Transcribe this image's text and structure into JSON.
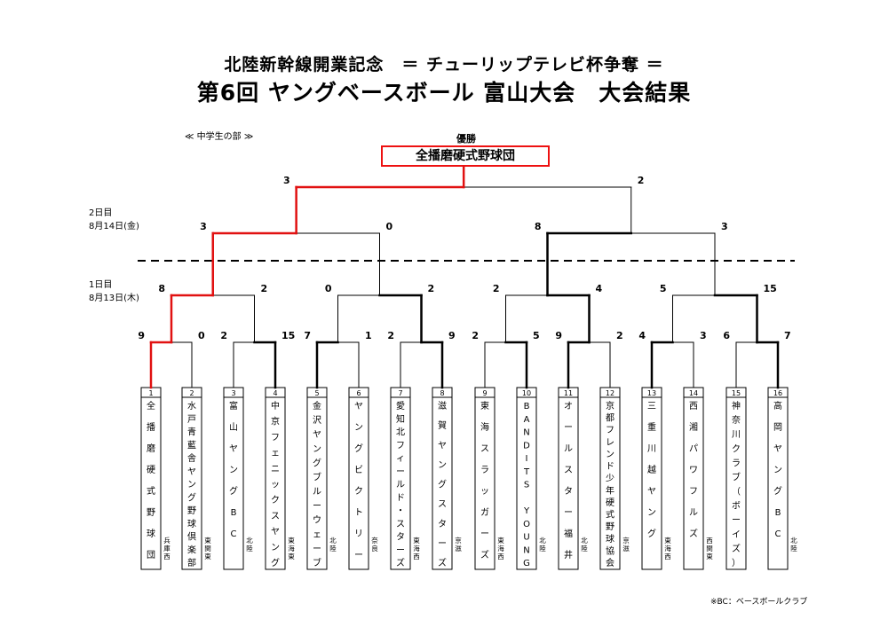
{
  "title": {
    "line1": "北陸新幹線開業記念　＝ チューリップテレビ杯争奪 ＝",
    "line2": "第6回 ヤングベースボール 富山大会　大会結果"
  },
  "section_label": "≪ 中学生の部 ≫",
  "winner": {
    "label": "優勝",
    "name": "全播磨硬式野球団"
  },
  "days": {
    "day2": {
      "label": "2日目",
      "date": "8月14日(金)"
    },
    "day1": {
      "label": "1日目",
      "date": "8月13日(木)"
    }
  },
  "teams": [
    {
      "no": "1",
      "name": "全播磨硬式野球団",
      "region": "兵庫西"
    },
    {
      "no": "2",
      "name": "水戸青藍舎ヤング野球倶楽部",
      "region": "東関東"
    },
    {
      "no": "3",
      "name": "富山ヤングBC",
      "region": "北陸"
    },
    {
      "no": "4",
      "name": "中京フェニックスヤング",
      "region": "東海東"
    },
    {
      "no": "5",
      "name": "金沢ヤングブルーウェーブ",
      "region": "北陸"
    },
    {
      "no": "6",
      "name": "ヤングビクトリー",
      "region": "奈良"
    },
    {
      "no": "7",
      "name": "愛知北フィールド・スターズ",
      "region": "東海西"
    },
    {
      "no": "8",
      "name": "滋賀ヤングスターズ",
      "region": "京滋"
    },
    {
      "no": "9",
      "name": "東海スラッガーズ",
      "region": "東海西"
    },
    {
      "no": "10",
      "name": "BANDITS YOUNG",
      "region": "北陸"
    },
    {
      "no": "11",
      "name": "オールスター福井",
      "region": "北陸"
    },
    {
      "no": "12",
      "name": "京都フレンド少年硬式野球協会",
      "region": "京滋"
    },
    {
      "no": "13",
      "name": "三重川越ヤング",
      "region": "東海西"
    },
    {
      "no": "14",
      "name": "西湘パワフルズ",
      "region": "西関東"
    },
    {
      "no": "15",
      "name": "神奈川クラブ（ボーイズ）",
      "region": ""
    },
    {
      "no": "16",
      "name": "高岡ヤングBC",
      "region": "北陸"
    }
  ],
  "round1": [
    {
      "left": "9",
      "right": "0",
      "winner": "left"
    },
    {
      "left": "2",
      "right": "15",
      "winner": "right"
    },
    {
      "left": "7",
      "right": "1",
      "winner": "left"
    },
    {
      "left": "2",
      "right": "9",
      "winner": "right"
    },
    {
      "left": "2",
      "right": "5",
      "winner": "right"
    },
    {
      "left": "9",
      "right": "2",
      "winner": "left"
    },
    {
      "left": "4",
      "right": "3",
      "winner": "left"
    },
    {
      "left": "6",
      "right": "7",
      "winner": "right"
    }
  ],
  "quarterfinals": [
    {
      "left": "8",
      "right": "2",
      "winner": "left"
    },
    {
      "left": "0",
      "right": "2",
      "winner": "right"
    },
    {
      "left": "2",
      "right": "4",
      "winner": "right"
    },
    {
      "left": "5",
      "right": "15",
      "winner": "right"
    }
  ],
  "semifinals": [
    {
      "left": "3",
      "right": "0",
      "winner": "left"
    },
    {
      "left": "8",
      "right": "3",
      "winner": "left"
    }
  ],
  "final": {
    "left": "3",
    "right": "2",
    "winner": "left"
  },
  "footnote": "※BC：ベースボールクラブ",
  "colors": {
    "champion_path": "#e11111",
    "winner_path": "#000000",
    "normal_line": "#000000"
  }
}
